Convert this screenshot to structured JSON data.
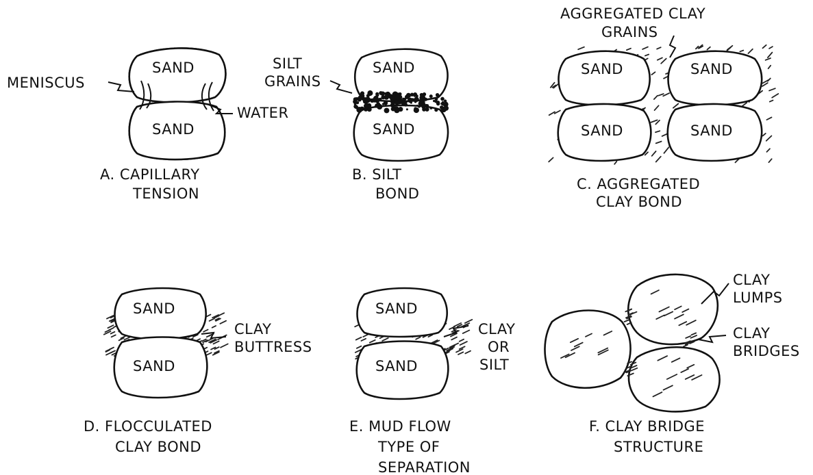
{
  "panels": [
    {
      "id": "A",
      "caption": [
        "A. CAPILLARY",
        "TENSION"
      ],
      "grains": [
        "SAND",
        "SAND"
      ],
      "labels": [
        "MENISCUS",
        "WATER"
      ]
    },
    {
      "id": "B",
      "caption": [
        "B. SILT",
        "BOND"
      ],
      "grains": [
        "SAND",
        "SAND"
      ],
      "labels": [
        "SILT",
        "GRAINS"
      ]
    },
    {
      "id": "C",
      "caption": [
        "C. AGGREGATED",
        "CLAY BOND"
      ],
      "grains": [
        "SAND",
        "SAND",
        "SAND",
        "SAND"
      ],
      "labels": [
        "AGGREGATED CLAY",
        "GRAINS"
      ]
    },
    {
      "id": "D",
      "caption": [
        "D. FLOCCULATED",
        "CLAY BOND"
      ],
      "grains": [
        "SAND",
        "SAND"
      ],
      "labels": [
        "CLAY",
        "BUTTRESS"
      ]
    },
    {
      "id": "E",
      "caption": [
        "E. MUD FLOW",
        "TYPE OF",
        "SEPARATION"
      ],
      "grains": [
        "SAND",
        "SAND"
      ],
      "labels": [
        "CLAY",
        "OR",
        "SILT"
      ]
    },
    {
      "id": "F",
      "caption": [
        "F. CLAY BRIDGE",
        "STRUCTURE"
      ],
      "grains": [],
      "labels": [
        "CLAY",
        "LUMPS",
        "CLAY",
        "BRIDGES"
      ]
    }
  ]
}
